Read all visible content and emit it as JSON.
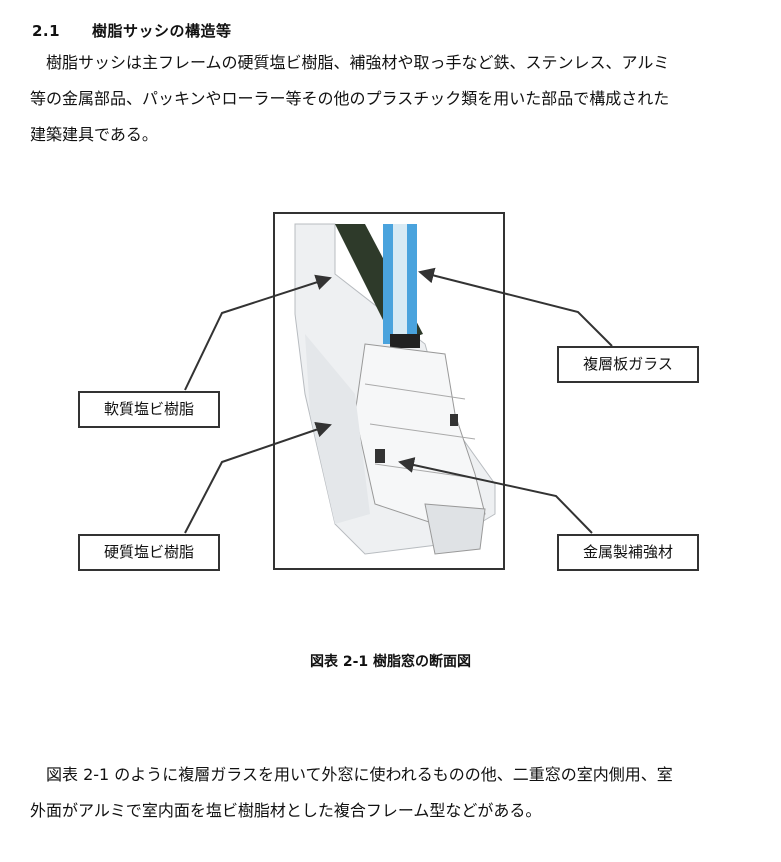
{
  "heading": {
    "number": "2.1",
    "title": "樹脂サッシの構造等"
  },
  "paragraph1": {
    "line1": "　樹脂サッシは主フレームの硬質塩ビ樹脂、補強材や取っ手など鉄、ステンレス、アルミ",
    "line2": "等の金属部品、パッキンやローラー等その他のプラスチック類を用いた部品で構成された",
    "line3": "建築建具である。"
  },
  "figure": {
    "labels": {
      "soft_pvc": "軟質塩ビ樹脂",
      "hard_pvc": "硬質塩ビ樹脂",
      "double_glass": "複層板ガラス",
      "metal_reinforcement": "金属製補強材"
    },
    "caption": "図表 2-1  樹脂窓の断面図"
  },
  "paragraph2": {
    "line1": "　図表 2-1 のように複層ガラスを用いて外窓に使われるものの他、二重窓の室内側用、室",
    "line2": "外面がアルミで室内面を塩ビ樹脂材とした複合フレーム型などがある。"
  }
}
